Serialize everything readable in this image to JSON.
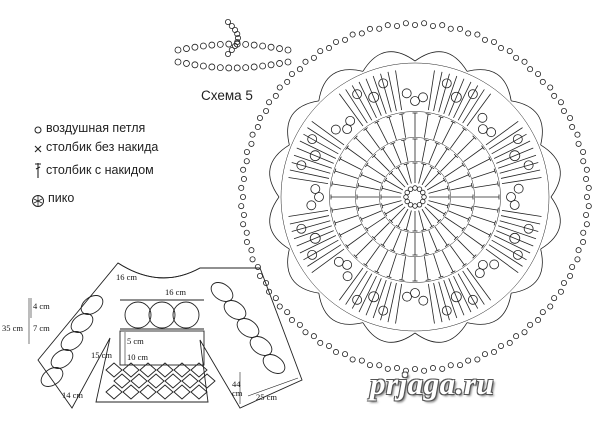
{
  "schema": {
    "title": "Схема 5"
  },
  "legend": {
    "items": [
      {
        "icon": "chain-stitch-icon",
        "label": "воздушная петля"
      },
      {
        "icon": "single-crochet-icon",
        "label": "столбик без накида"
      },
      {
        "icon": "double-crochet-icon",
        "label": "столбик с накидом"
      },
      {
        "icon": "picot-icon",
        "label": "пико"
      }
    ]
  },
  "sweater": {
    "dims": {
      "neck": "16 cm",
      "bust": "16 cm",
      "yoke": "4 cm",
      "sleeve_top": "7 cm",
      "sleeve_total": "35 cm",
      "band_a": "5 cm",
      "band_b": "10 cm",
      "band_total": "15 cm",
      "cuff": "14 cm",
      "length": "44 cm",
      "width": "25 cm"
    }
  },
  "watermark": {
    "text": "prjaga.ru"
  },
  "colors": {
    "ink": "#222222",
    "paper": "#ffffff",
    "watermark_outline": "#555555"
  }
}
